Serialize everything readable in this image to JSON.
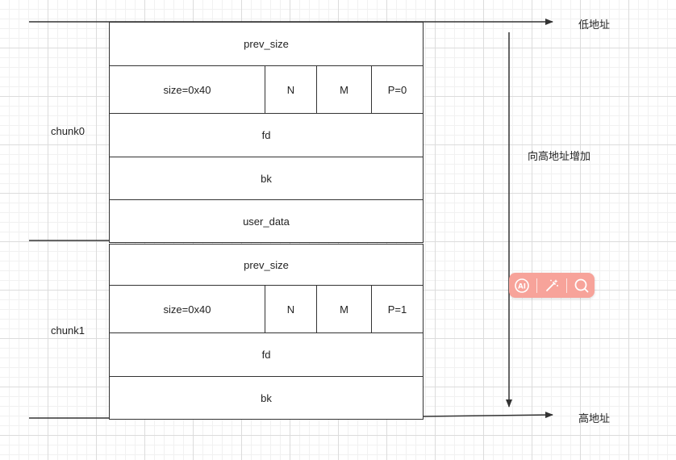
{
  "labels": {
    "low_address": "低地址",
    "high_address": "高地址",
    "direction": "向高地址增加",
    "chunk0": "chunk0",
    "chunk1": "chunk1"
  },
  "chunk0": {
    "prev_size": "prev_size",
    "size": "size=0x40",
    "flag_n": "N",
    "flag_m": "M",
    "flag_p": "P=0",
    "fd": "fd",
    "bk": "bk",
    "user_data": "user_data"
  },
  "chunk1": {
    "prev_size": "prev_size",
    "size": "size=0x40",
    "flag_n": "N",
    "flag_m": "M",
    "flag_p": "P=1",
    "fd": "fd",
    "bk": "bk"
  },
  "toolbar": {
    "icons": [
      "ai-icon",
      "magic-wand-icon",
      "search-icon"
    ]
  },
  "colors": {
    "line": "#333333",
    "toolbar_bg": "#f7a39a",
    "grid": "#dcdcdc"
  }
}
